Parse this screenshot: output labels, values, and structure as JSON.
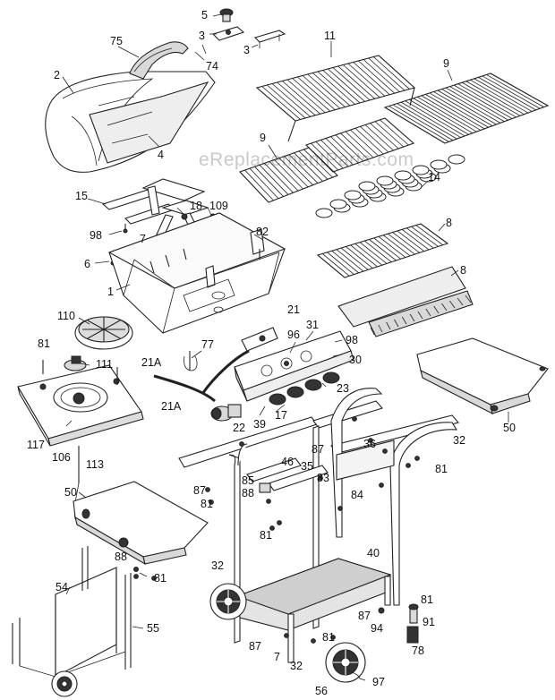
{
  "watermark": "eReplacementParts.com",
  "labels": [
    {
      "key": "5",
      "text": "5"
    },
    {
      "key": "75",
      "text": "75"
    },
    {
      "key": "3a",
      "text": "3"
    },
    {
      "key": "3b",
      "text": "3"
    },
    {
      "key": "74",
      "text": "74"
    },
    {
      "key": "11",
      "text": "11"
    },
    {
      "key": "9a",
      "text": "9"
    },
    {
      "key": "2",
      "text": "2"
    },
    {
      "key": "4",
      "text": "4"
    },
    {
      "key": "9b",
      "text": "9"
    },
    {
      "key": "14",
      "text": "14"
    },
    {
      "key": "15",
      "text": "15"
    },
    {
      "key": "18",
      "text": "18"
    },
    {
      "key": "109",
      "text": "109"
    },
    {
      "key": "98a",
      "text": "98"
    },
    {
      "key": "7a",
      "text": "7"
    },
    {
      "key": "82",
      "text": "82"
    },
    {
      "key": "8a",
      "text": "8"
    },
    {
      "key": "6",
      "text": "6"
    },
    {
      "key": "1",
      "text": "1"
    },
    {
      "key": "8b",
      "text": "8"
    },
    {
      "key": "110",
      "text": "110"
    },
    {
      "key": "21",
      "text": "21"
    },
    {
      "key": "31",
      "text": "31"
    },
    {
      "key": "98b",
      "text": "98"
    },
    {
      "key": "96",
      "text": "96"
    },
    {
      "key": "81a",
      "text": "81"
    },
    {
      "key": "111",
      "text": "111"
    },
    {
      "key": "77",
      "text": "77"
    },
    {
      "key": "21A_a",
      "text": "21A"
    },
    {
      "key": "30",
      "text": "30"
    },
    {
      "key": "23",
      "text": "23"
    },
    {
      "key": "21A_b",
      "text": "21A"
    },
    {
      "key": "17",
      "text": "17"
    },
    {
      "key": "39",
      "text": "39"
    },
    {
      "key": "22",
      "text": "22"
    },
    {
      "key": "50a",
      "text": "50"
    },
    {
      "key": "117",
      "text": "117"
    },
    {
      "key": "106",
      "text": "106"
    },
    {
      "key": "113",
      "text": "113"
    },
    {
      "key": "87a",
      "text": "87"
    },
    {
      "key": "36",
      "text": "36"
    },
    {
      "key": "32a",
      "text": "32"
    },
    {
      "key": "46",
      "text": "46"
    },
    {
      "key": "35",
      "text": "35"
    },
    {
      "key": "81b",
      "text": "81"
    },
    {
      "key": "83",
      "text": "83"
    },
    {
      "key": "87b",
      "text": "87"
    },
    {
      "key": "85",
      "text": "85"
    },
    {
      "key": "88a",
      "text": "88"
    },
    {
      "key": "84",
      "text": "84"
    },
    {
      "key": "81c",
      "text": "81"
    },
    {
      "key": "50b",
      "text": "50"
    },
    {
      "key": "81d",
      "text": "81"
    },
    {
      "key": "40",
      "text": "40"
    },
    {
      "key": "88b",
      "text": "88"
    },
    {
      "key": "81e",
      "text": "81"
    },
    {
      "key": "32b",
      "text": "32"
    },
    {
      "key": "54",
      "text": "54"
    },
    {
      "key": "55",
      "text": "55"
    },
    {
      "key": "81f",
      "text": "81"
    },
    {
      "key": "87c",
      "text": "87"
    },
    {
      "key": "91",
      "text": "91"
    },
    {
      "key": "94",
      "text": "94"
    },
    {
      "key": "78",
      "text": "78"
    },
    {
      "key": "87d",
      "text": "87"
    },
    {
      "key": "7b",
      "text": "7"
    },
    {
      "key": "32c",
      "text": "32"
    },
    {
      "key": "81g",
      "text": "81"
    },
    {
      "key": "97",
      "text": "97"
    },
    {
      "key": "56",
      "text": "56"
    }
  ]
}
